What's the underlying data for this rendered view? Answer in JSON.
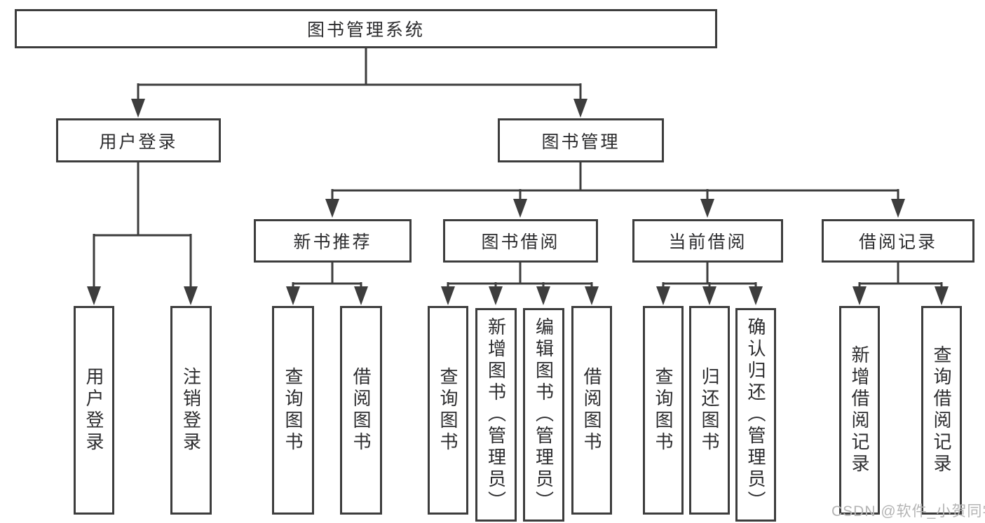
{
  "colors": {
    "line": "#3d3d3d",
    "box_border": "#3d3d3d",
    "text": "#2c2c2e",
    "watermark": "#b4b4b4",
    "bg": "#ffffff"
  },
  "tree": {
    "root": {
      "label": "图书管理系统"
    },
    "branches": [
      {
        "label": "用户登录",
        "leaves": [
          {
            "label": "用户登录"
          },
          {
            "label": "注销登录"
          }
        ]
      },
      {
        "label": "图书管理",
        "groups": [
          {
            "label": "新书推荐",
            "leaves": [
              {
                "label": "查询图书"
              },
              {
                "label": "借阅图书"
              }
            ]
          },
          {
            "label": "图书借阅",
            "leaves": [
              {
                "label": "查询图书"
              },
              {
                "label": "新增图书（管理员）"
              },
              {
                "label": "编辑图书（管理员）"
              },
              {
                "label": "借阅图书"
              }
            ]
          },
          {
            "label": "当前借阅",
            "leaves": [
              {
                "label": "查询图书"
              },
              {
                "label": "归还图书"
              },
              {
                "label": "确认归还（管理员）"
              }
            ]
          },
          {
            "label": "借阅记录",
            "leaves": [
              {
                "label": "新增借阅记录"
              },
              {
                "label": "查询借阅记录"
              }
            ]
          }
        ]
      }
    ]
  },
  "watermark": {
    "text": "CSDN @软件_小贺同学"
  }
}
